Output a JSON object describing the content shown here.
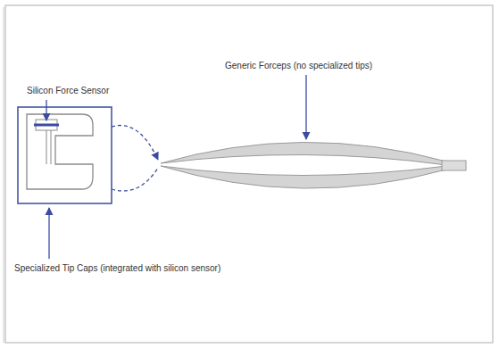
{
  "diagram": {
    "labels": [
      "Silicon Force Sensor",
      "Generic Forceps (no specialized tips)",
      "Specialized Tip Caps (integrated with silicon sensor)"
    ]
  }
}
